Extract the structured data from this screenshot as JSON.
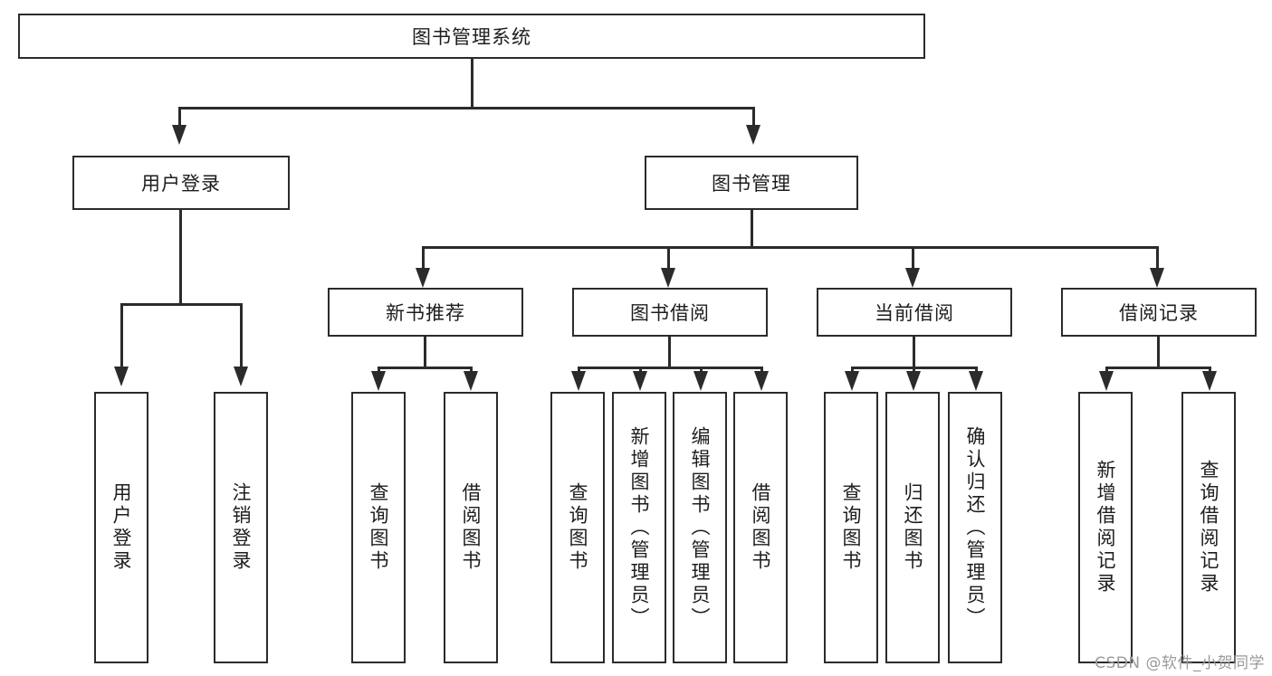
{
  "diagram": {
    "title": "图书管理系统",
    "root": {
      "label": "图书管理系统"
    },
    "level1": [
      {
        "label": "用户登录"
      },
      {
        "label": "图书管理"
      }
    ],
    "level2": [
      {
        "label": "新书推荐"
      },
      {
        "label": "图书借阅"
      },
      {
        "label": "当前借阅"
      },
      {
        "label": "借阅记录"
      }
    ],
    "leaves": {
      "user_login": [
        {
          "label": "用户登录"
        },
        {
          "label": "注销登录"
        }
      ],
      "new_book_recommend": [
        {
          "label": "查询图书"
        },
        {
          "label": "借阅图书"
        }
      ],
      "book_borrow": [
        {
          "label": "查询图书"
        },
        {
          "label": "新增图书（管理员）"
        },
        {
          "label": "编辑图书（管理员）"
        },
        {
          "label": "借阅图书"
        }
      ],
      "current_borrow": [
        {
          "label": "查询图书"
        },
        {
          "label": "归还图书"
        },
        {
          "label": "确认归还（管理员）"
        }
      ],
      "borrow_record": [
        {
          "label": "新增借阅记录"
        },
        {
          "label": "查询借阅记录"
        }
      ]
    }
  },
  "watermark": {
    "text": "CSDN @软件_小贺同学"
  },
  "colors": {
    "stroke": "#2b2b2b",
    "background": "#ffffff",
    "text": "#1d1d1d",
    "watermark": "#9a9a9a"
  }
}
